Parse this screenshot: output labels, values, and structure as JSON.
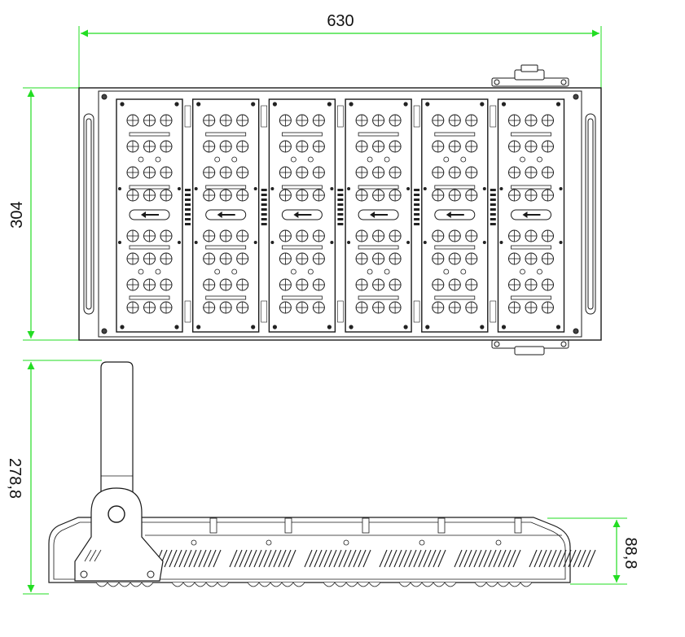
{
  "dimensions": {
    "width": "630",
    "height_top": "304",
    "height_side": "278,8",
    "depth": "88,8"
  },
  "modules": {
    "count": 6,
    "button_rows": 8,
    "buttons_per_row": 3
  },
  "colors": {
    "dimension_line": "#22dd22",
    "outline": "#1a1a1a",
    "fill": "#ffffff"
  }
}
